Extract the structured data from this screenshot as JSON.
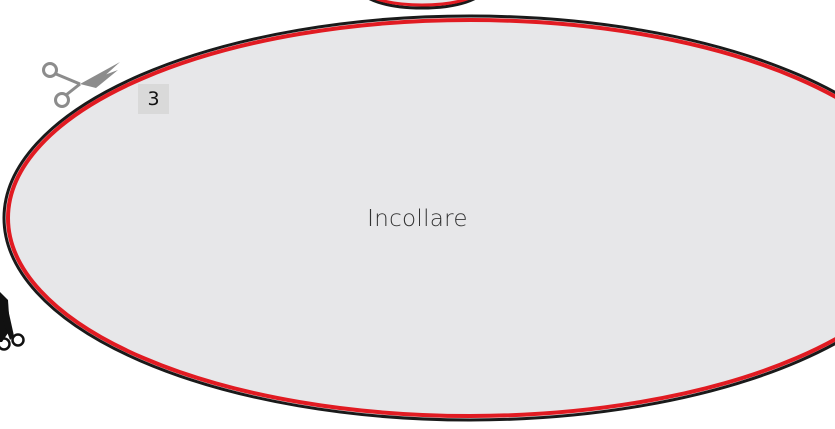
{
  "step_number": "3",
  "label": "Incollare",
  "colors": {
    "fill": "#e7e7e9",
    "outline_red": "#e11b22",
    "outline_dark": "#1a1a1a",
    "badge_bg": "#d9d9d9",
    "scissors_gray": "#8c8c8c"
  },
  "icons": [
    "scissors-icon",
    "scissors-icon-secondary"
  ]
}
